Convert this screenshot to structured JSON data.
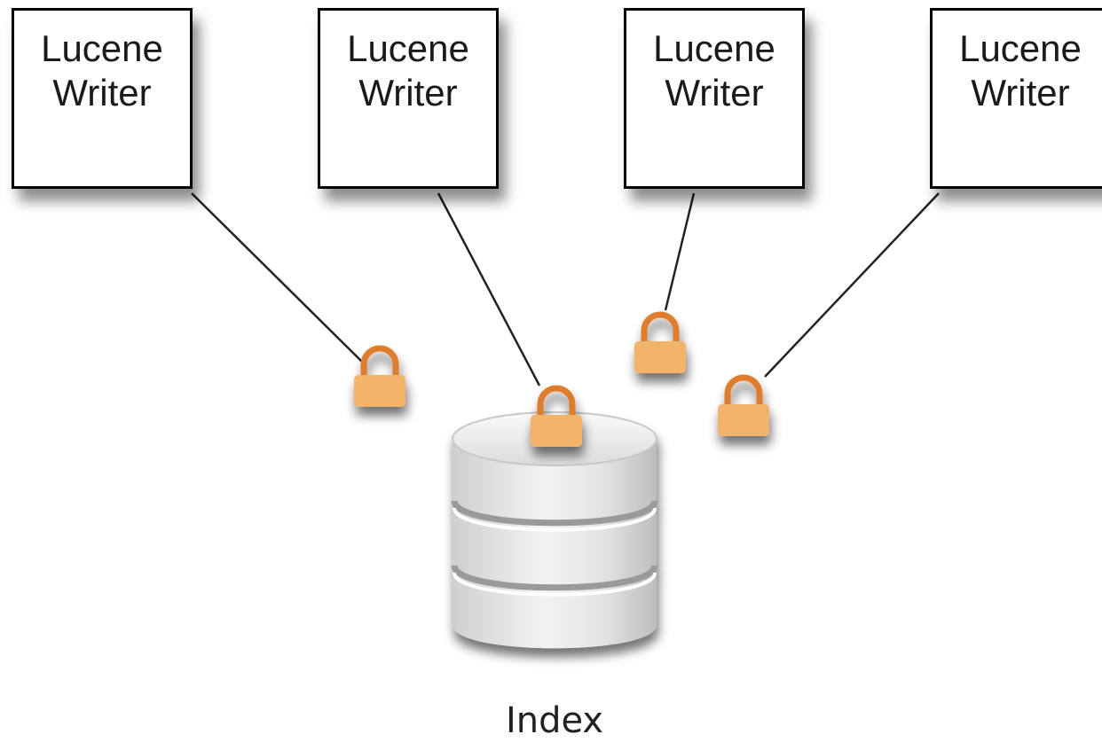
{
  "diagram": {
    "writers": [
      {
        "line1": "Lucene",
        "line2": "Writer"
      },
      {
        "line1": "Lucene",
        "line2": "Writer"
      },
      {
        "line1": "Lucene",
        "line2": "Writer"
      },
      {
        "line1": "Lucene",
        "line2": "Writer"
      }
    ],
    "index_label": "Index"
  },
  "colors": {
    "lock": "#f1b467",
    "shackle": "#e17d2b",
    "box_border": "#000000",
    "connector": "#222222"
  },
  "icons": {
    "lock": "padlock-icon",
    "database": "database-icon"
  }
}
